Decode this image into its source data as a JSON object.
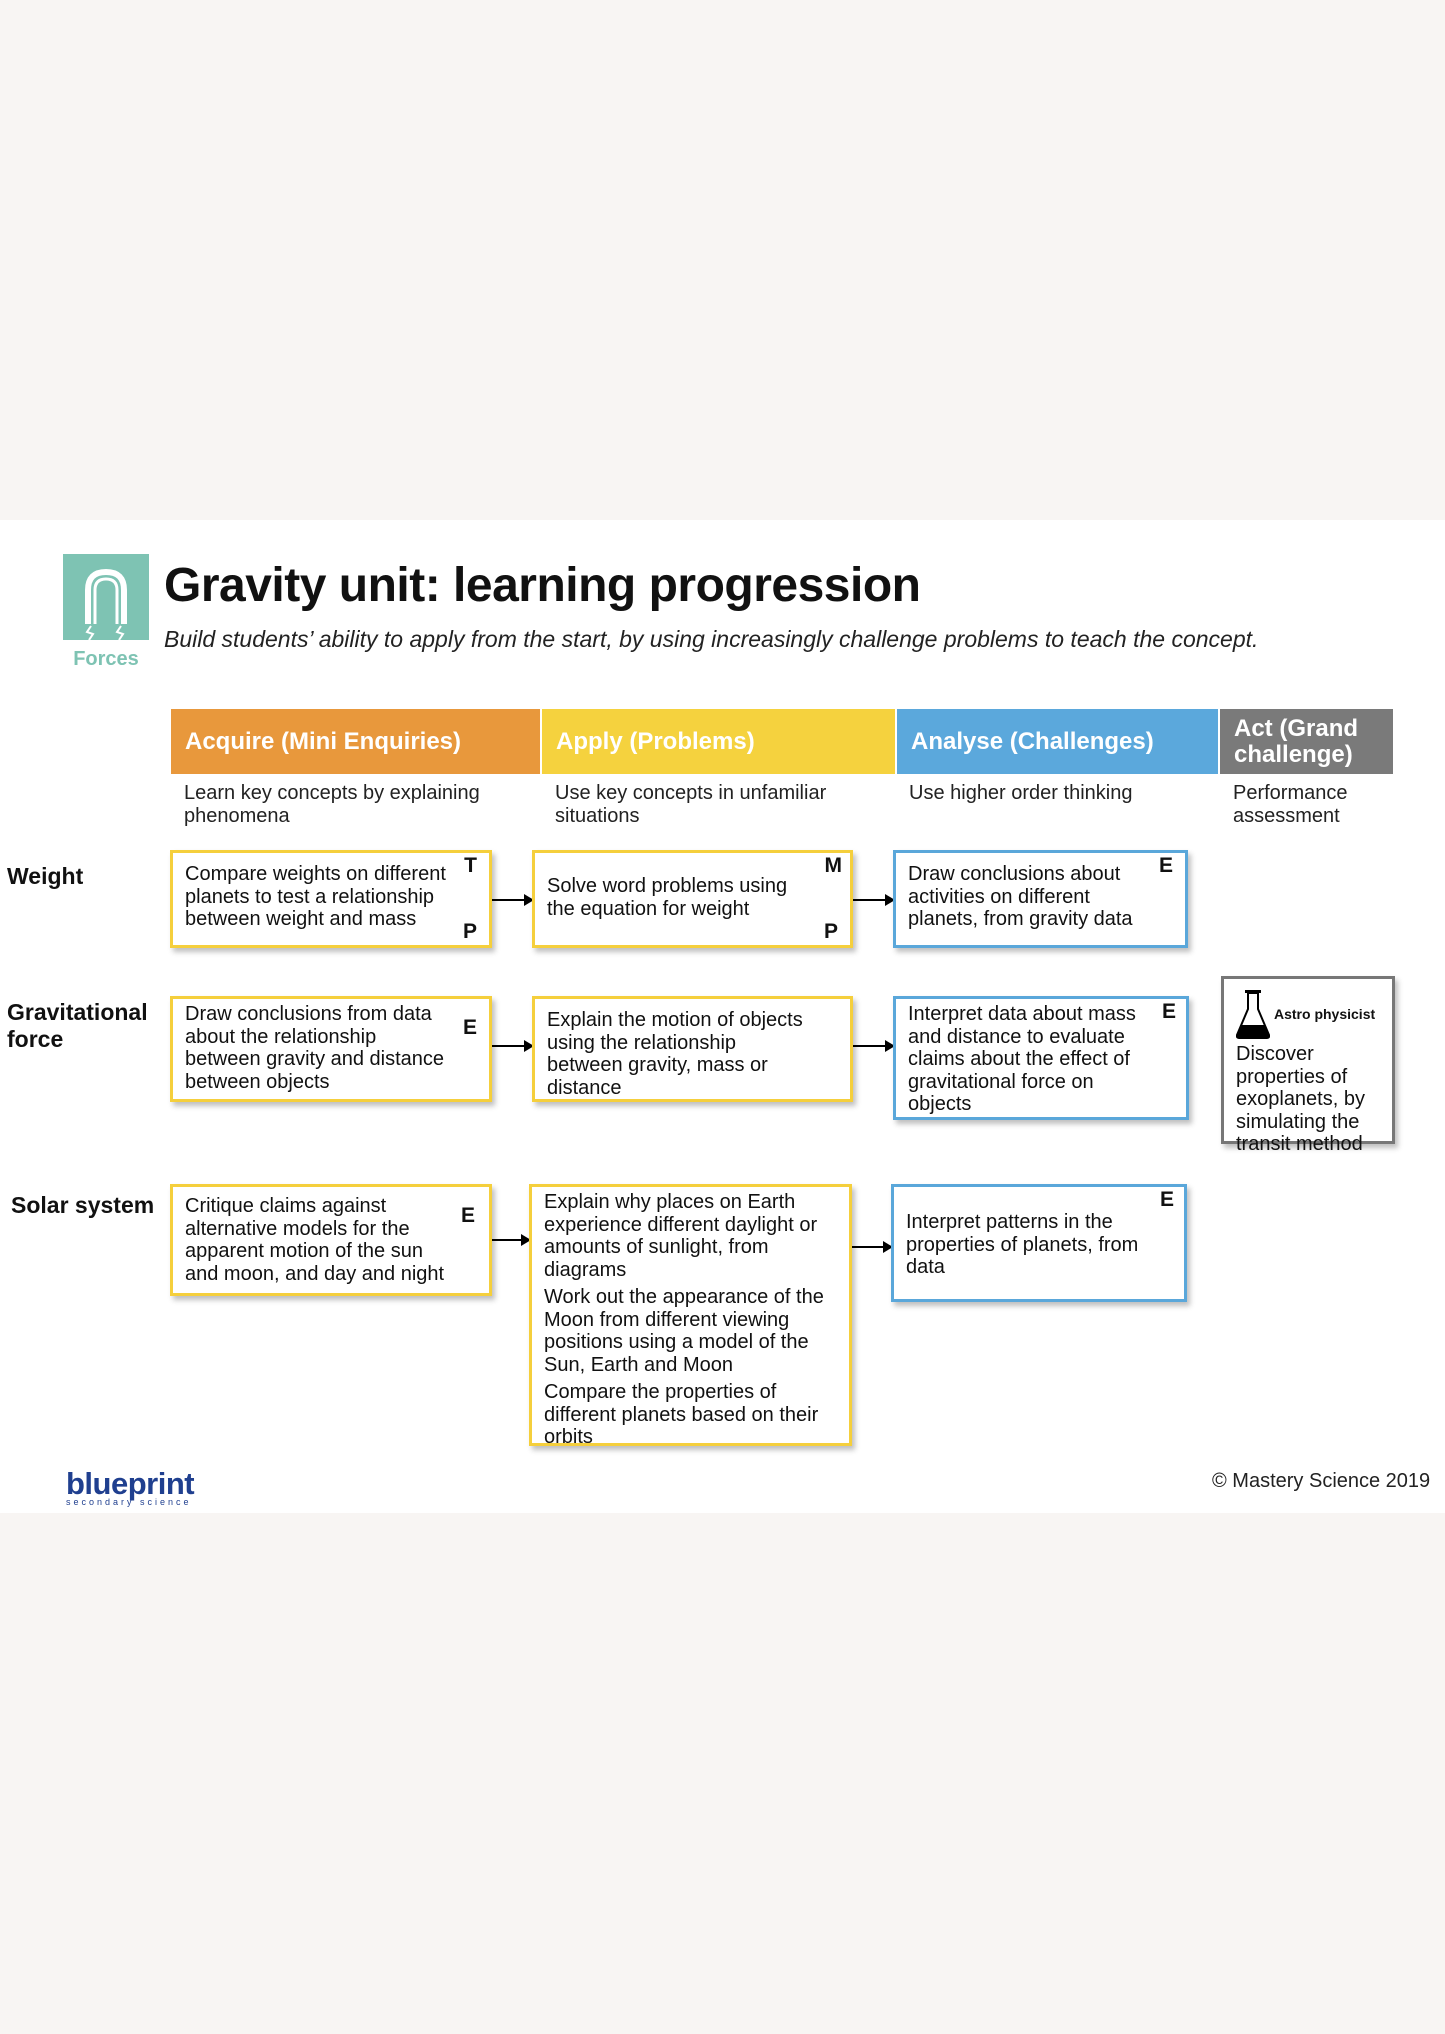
{
  "header": {
    "logo_label": "Forces",
    "title": "Gravity unit: learning progression",
    "subtitle": "Build students’ ability to apply from the start, by using increasingly challenge problems to teach the concept."
  },
  "columns": [
    {
      "title": "Acquire (Mini Enquiries)",
      "desc": "Learn key concepts by explaining phenomena",
      "color": "#e8983c"
    },
    {
      "title": "Apply (Problems)",
      "desc": "Use key concepts in unfamiliar situations",
      "color": "#f5d23e"
    },
    {
      "title": "Analyse (Challenges)",
      "desc": "Use higher order thinking",
      "color": "#5ba8dc"
    },
    {
      "title": "Act (Grand challenge)",
      "desc": "Performance assessment",
      "color": "#7a7a7a"
    }
  ],
  "rows": [
    {
      "label": "Weight",
      "cells": [
        {
          "text": "Compare weights on different planets to test a relationship between weight and mass",
          "tag_top": "T",
          "tag_bottom": "P"
        },
        {
          "text": "Solve word problems using the equation for weight",
          "tag_top": "M",
          "tag_bottom": "P"
        },
        {
          "text": "Draw conclusions about activities on different planets, from gravity data",
          "tag_top": "E"
        }
      ]
    },
    {
      "label": "Gravitational force",
      "cells": [
        {
          "text": "Draw conclusions from data about the relationship between gravity and distance between objects",
          "tag_top": "E"
        },
        {
          "text": "Explain the motion of objects using the relationship between gravity, mass or distance"
        },
        {
          "text": "Interpret data about mass and distance to evaluate claims about the effect of gravitational force on objects",
          "tag_top": "E"
        }
      ]
    },
    {
      "label": "Solar system",
      "cells": [
        {
          "text": "Critique claims against alternative models for the apparent motion of the sun and moon, and day and night",
          "tag_top": "E"
        },
        {
          "paragraphs": [
            "Explain why places on Earth experience different daylight or amounts of sunlight, from diagrams",
            "Work out the appearance of the Moon from different viewing positions using a model of the Sun, Earth and Moon",
            "Compare the properties of different planets based on their orbits"
          ]
        },
        {
          "text": "Interpret patterns in the properties of planets, from data",
          "tag_top": "E"
        }
      ]
    }
  ],
  "grand_challenge": {
    "title": "Astro physicist",
    "text": "Discover properties of exoplanets, by simulating the transit method",
    "icon": "flask-icon"
  },
  "footer": {
    "brand": "blueprint",
    "brand_sub": "secondary science",
    "copyright": "© Mastery Science 2019"
  }
}
